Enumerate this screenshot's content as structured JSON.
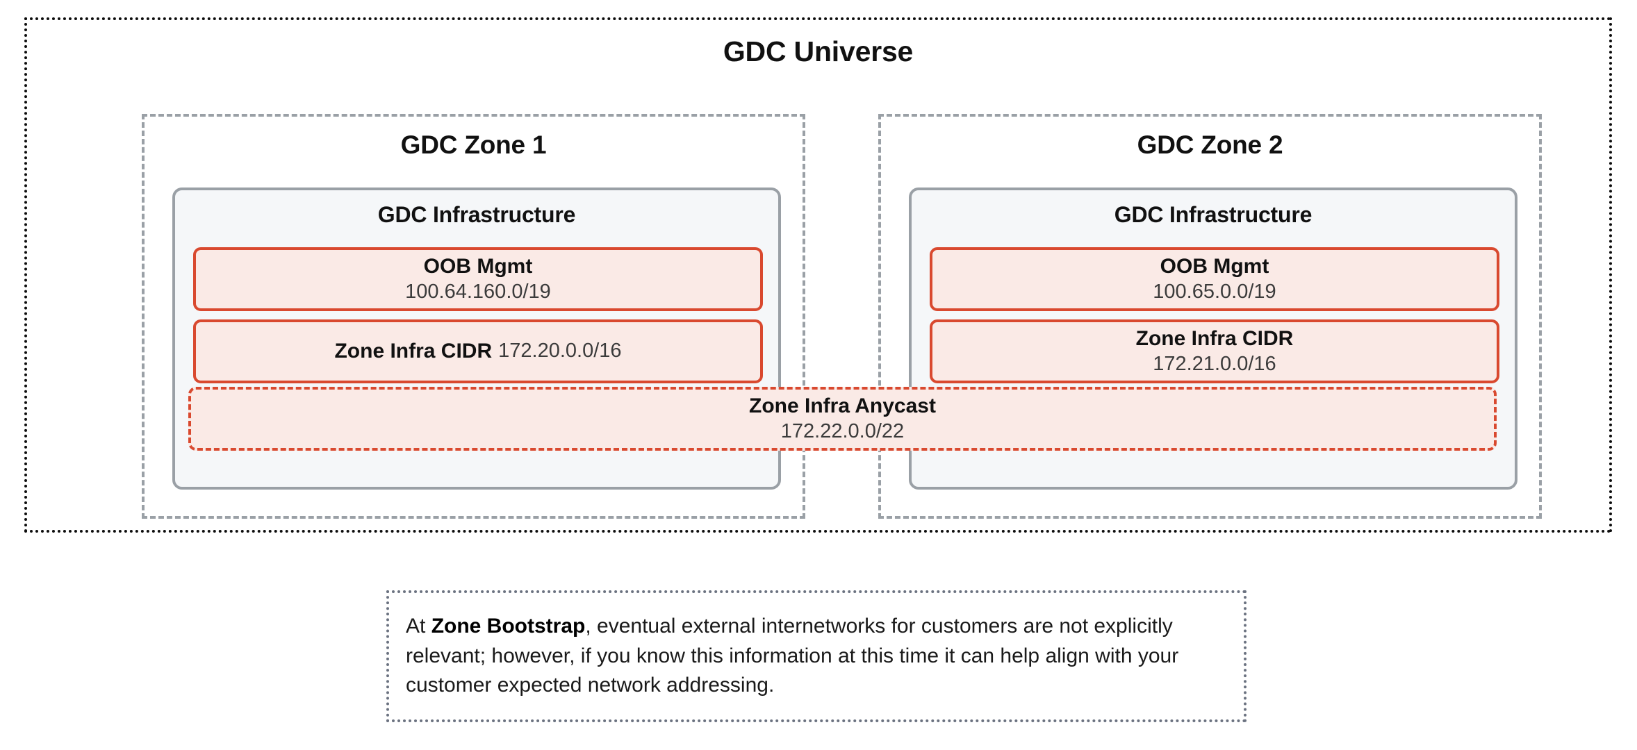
{
  "diagram": {
    "universe": {
      "title": "GDC Universe"
    },
    "zones": [
      {
        "title": "GDC Zone 1",
        "infrastructure": {
          "title": "GDC Infrastructure",
          "blocks": [
            {
              "label": "OOB Mgmt",
              "value": "100.64.160.0/19",
              "layout": "stacked"
            },
            {
              "label": "Zone Infra CIDR",
              "value": "172.20.0.0/16",
              "layout": "inline"
            }
          ]
        }
      },
      {
        "title": "GDC Zone 2",
        "infrastructure": {
          "title": "GDC Infrastructure",
          "blocks": [
            {
              "label": "OOB Mgmt",
              "value": "100.65.0.0/19",
              "layout": "stacked"
            },
            {
              "label": "Zone Infra CIDR",
              "value": "172.21.0.0/16",
              "layout": "stacked"
            }
          ]
        }
      }
    ],
    "anycast": {
      "label": "Zone Infra Anycast",
      "value": "172.22.0.0/22"
    },
    "note": {
      "lead": "At ",
      "emphasis": "Zone Bootstrap",
      "body": ", eventual external internetworks for customers are not explicitly relevant; however, if you know this information at this time it can help align with your customer expected network addressing."
    },
    "colors": {
      "cidr_border": "#d9492f",
      "cidr_fill": "#faeae6",
      "container_border": "#9aa0a6",
      "infra_fill": "#f5f7f9",
      "universe_border": "#0d0d0d",
      "note_border": "#6b7280"
    }
  }
}
